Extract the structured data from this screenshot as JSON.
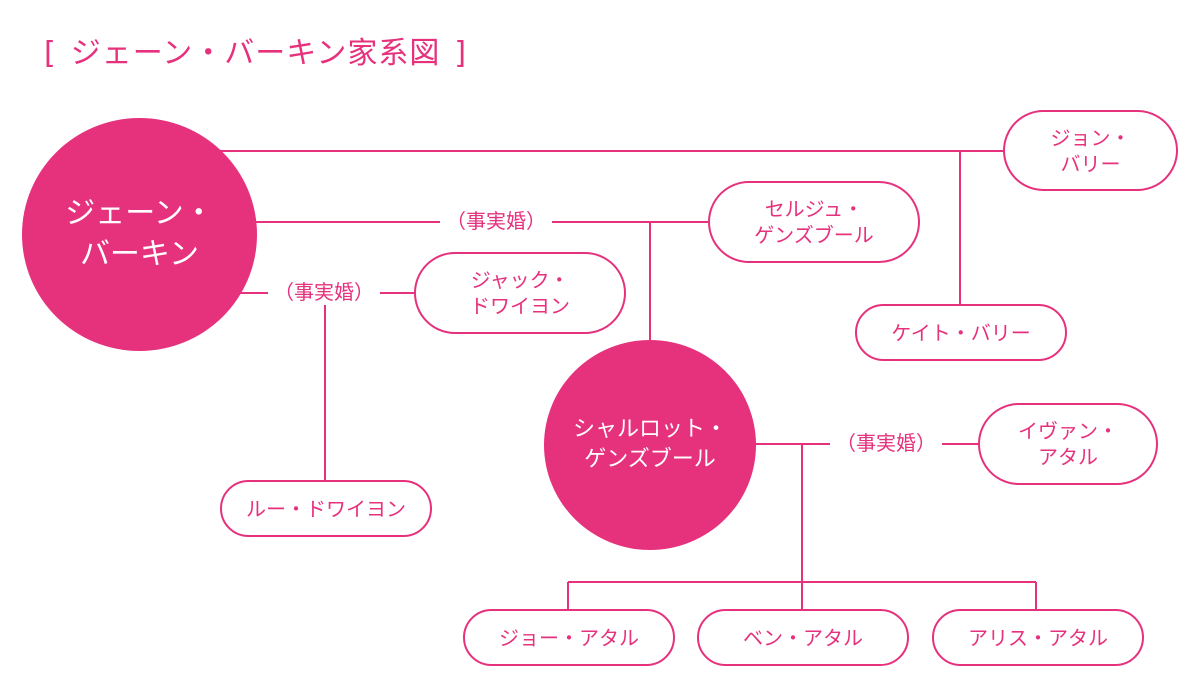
{
  "title": {
    "open": "[",
    "text": "ジェーン・バーキン家系図",
    "close": "]"
  },
  "accent_color": "#e6317d",
  "people": {
    "jane": "ジェーン・\nバーキン",
    "charlotte": "シャルロット・\nゲンズブール",
    "john": "ジョン・\nバリー",
    "serge": "セルジュ・\nゲンズブール",
    "jacques": "ジャック・\nドワイヨン",
    "kate": "ケイト・バリー",
    "lou": "ルー・ドワイヨン",
    "yvan": "イヴァン・\nアタル",
    "jo": "ジョー・アタル",
    "ben": "ベン・アタル",
    "alice": "アリス・アタル"
  },
  "relations": {
    "jane_serge": "（事実婚）",
    "jane_jacques": "（事実婚）",
    "charlotte_yvan": "（事実婚）"
  }
}
